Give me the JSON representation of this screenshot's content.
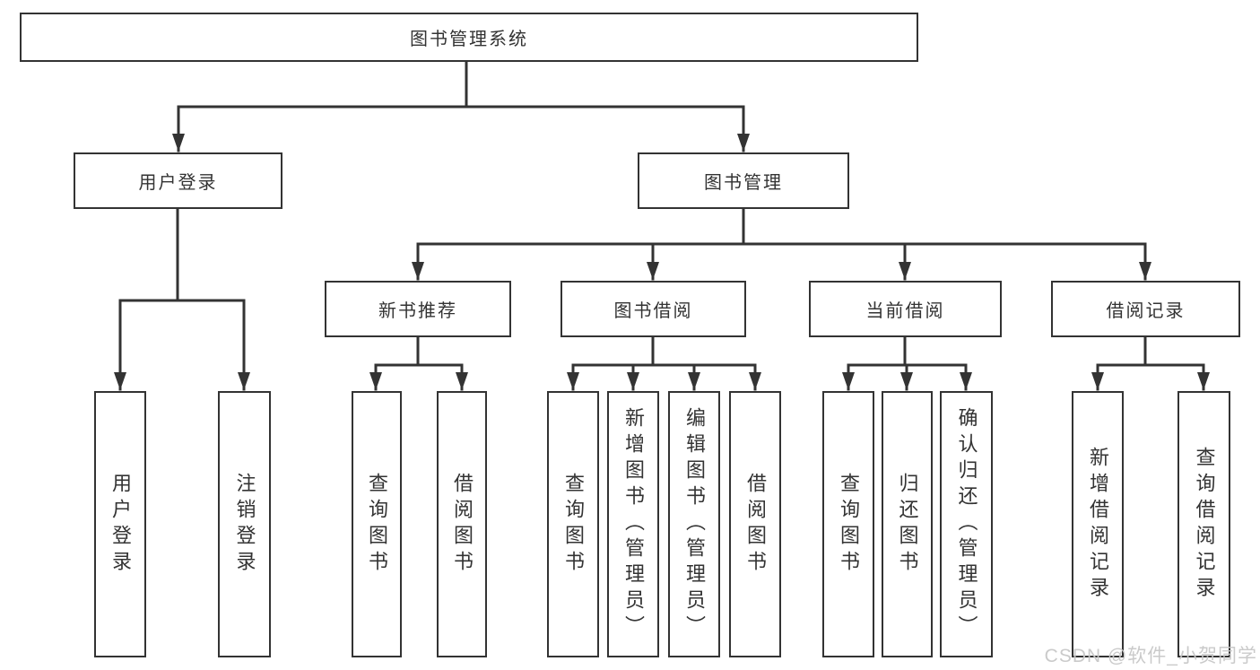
{
  "diagram_type": "hierarchy-tree",
  "tree": {
    "label": "图书管理系统",
    "children": [
      {
        "label": "用户登录",
        "children": [
          {
            "label": "用户登录"
          },
          {
            "label": "注销登录"
          }
        ]
      },
      {
        "label": "图书管理",
        "children": [
          {
            "label": "新书推荐",
            "children": [
              {
                "label": "查询图书"
              },
              {
                "label": "借阅图书"
              }
            ]
          },
          {
            "label": "图书借阅",
            "children": [
              {
                "label": "查询图书"
              },
              {
                "label": "新增图书（管理员）"
              },
              {
                "label": "编辑图书（管理员）"
              },
              {
                "label": "借阅图书"
              }
            ]
          },
          {
            "label": "当前借阅",
            "children": [
              {
                "label": "查询图书"
              },
              {
                "label": "归还图书"
              },
              {
                "label": "确认归还（管理员）"
              }
            ]
          },
          {
            "label": "借阅记录",
            "children": [
              {
                "label": "新增借阅记录"
              },
              {
                "label": "查询借阅记录"
              }
            ]
          }
        ]
      }
    ]
  },
  "watermark": {
    "text": "CSDN @软件_小贺同学"
  },
  "colors": {
    "line": "#333333",
    "box_border": "#333333",
    "box_fill": "#ffffff",
    "text": "#333333",
    "watermark": "#c8c8c8",
    "background": "#ffffff"
  }
}
